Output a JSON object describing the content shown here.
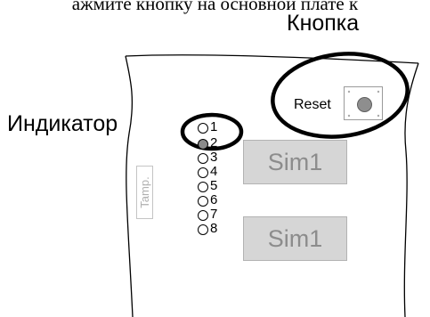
{
  "caption": "ажмите кнопку на основной плате к",
  "callouts": {
    "button": "Кнопка",
    "indicator": "Индикатор"
  },
  "reset": {
    "label": "Reset"
  },
  "leds": [
    {
      "number": "1",
      "on": false
    },
    {
      "number": "2",
      "on": true
    },
    {
      "number": "3",
      "on": false
    },
    {
      "number": "4",
      "on": false
    },
    {
      "number": "5",
      "on": false
    },
    {
      "number": "6",
      "on": false
    },
    {
      "number": "7",
      "on": false
    },
    {
      "number": "8",
      "on": false
    }
  ],
  "sim_buttons": [
    "Sim1",
    "Sim1"
  ],
  "temp_label": "Tamp.",
  "colors": {
    "led_on": "#8a8a8a",
    "sim_bg": "#d6d6d6",
    "sim_text": "#8c8c8c"
  }
}
